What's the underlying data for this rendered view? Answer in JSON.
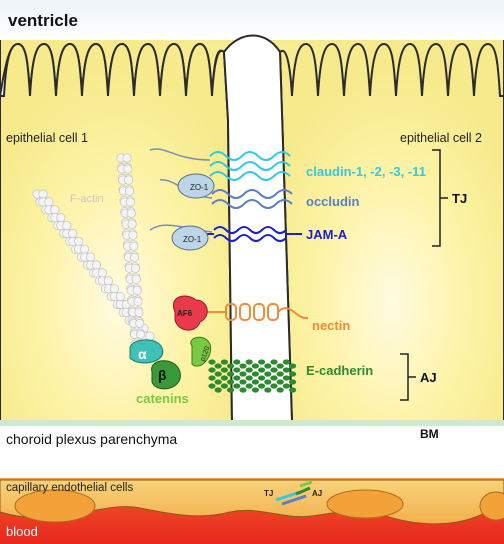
{
  "top_label": "ventricle",
  "cell_left_label": "epithelial cell 1",
  "cell_right_label": "epithelial cell 2",
  "factin_label": "F-actin",
  "zo1_label_a": "ZO-1",
  "zo1_label_b": "ZO-1",
  "af6_label": "AF6",
  "p120_label": "p120",
  "alpha_label": "α",
  "beta_label": "β",
  "catenins_label": "catenins",
  "proteins": {
    "claudin": "claudin-1, -2, -3, -11",
    "occludin": "occludin",
    "jama": "JAM-A",
    "nectin": "nectin",
    "ecadherin": "E-cadherin"
  },
  "brackets": {
    "tj": "TJ",
    "aj": "AJ"
  },
  "bm_label": "BM",
  "parenchyma_label": "choroid plexus parenchyma",
  "endothelial_label": "capillary endothelial cells",
  "inset_tj": "TJ",
  "inset_aj": "AJ",
  "blood_label": "blood",
  "colors": {
    "claudin": "#33c9e3",
    "occludin": "#5a7fc9",
    "jama": "#1b22c9",
    "nectin": "#f08c35",
    "ecadherin": "#2e8a2e",
    "catenins": "#7ac943",
    "cytoplasm": "#fdf6b0",
    "blood": "#e8261e"
  }
}
